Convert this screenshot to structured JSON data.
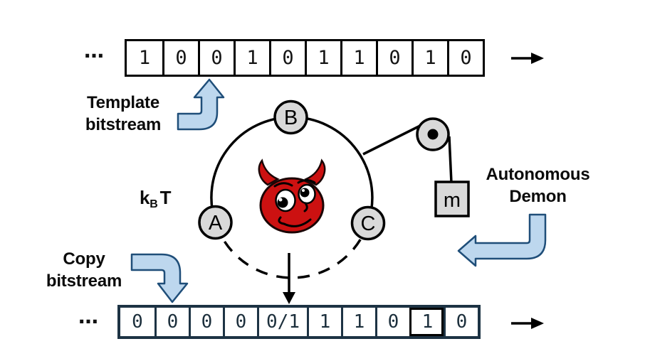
{
  "template_stream": {
    "ellipsis": "…",
    "bits": [
      "1",
      "0",
      "0",
      "1",
      "0",
      "1",
      "1",
      "0",
      "1",
      "0"
    ],
    "label": {
      "line1": "Template",
      "line2": "bitstream"
    }
  },
  "copy_stream": {
    "ellipsis": "…",
    "bits": [
      "0",
      "0",
      "0",
      "0",
      "0/1",
      "1",
      "1",
      "0",
      "1",
      "0"
    ],
    "label": {
      "line1": "Copy",
      "line2": "bitstream"
    }
  },
  "demon_system": {
    "nodes": {
      "a": "A",
      "b": "B",
      "c": "C"
    },
    "mass_label": "m",
    "thermal_label": {
      "base": "k",
      "subscript": "B",
      "suffix": "T"
    },
    "label": {
      "line1": "Autonomous",
      "line2": "Demon"
    }
  },
  "colors": {
    "arrow_fill": "#bdd7ee",
    "arrow_stroke": "#1f4e79",
    "node_fill": "#d9d9d9",
    "demon_red": "#cc1111",
    "top_stream_border": "#000000",
    "bottom_stream_border": "#1d3344"
  }
}
